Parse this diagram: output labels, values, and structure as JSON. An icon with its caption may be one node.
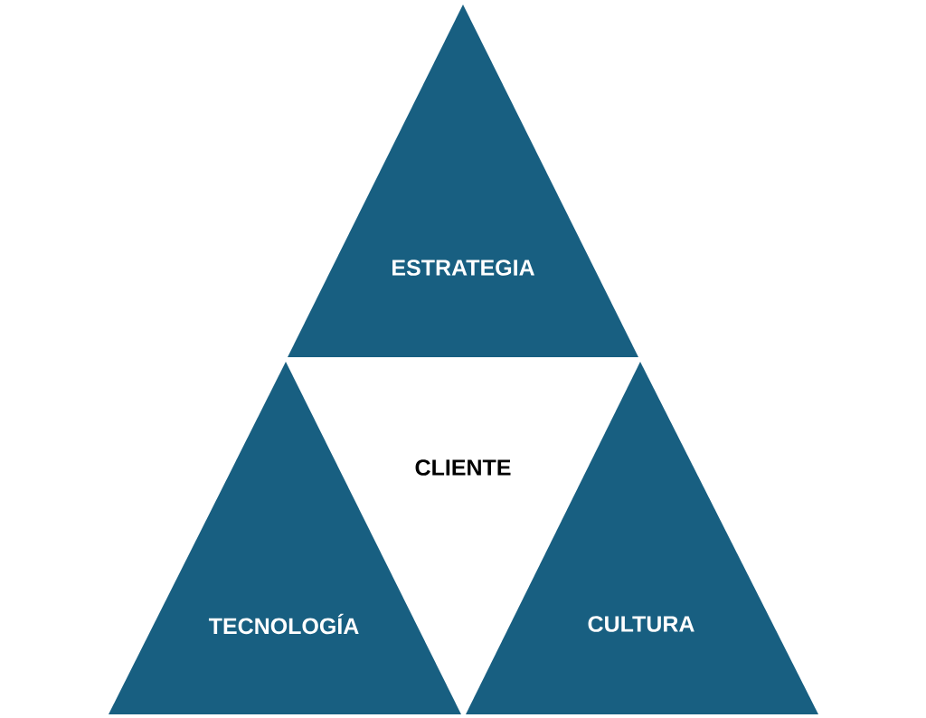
{
  "diagram": {
    "nodes": [
      {
        "text": [
          "ESTRATEGIA"
        ]
      },
      {
        "text": [
          "TECNOLOGÍA"
        ]
      },
      {
        "text": [
          "CULTURA"
        ]
      },
      {
        "text": [
          "CLIENTE"
        ]
      }
    ]
  }
}
